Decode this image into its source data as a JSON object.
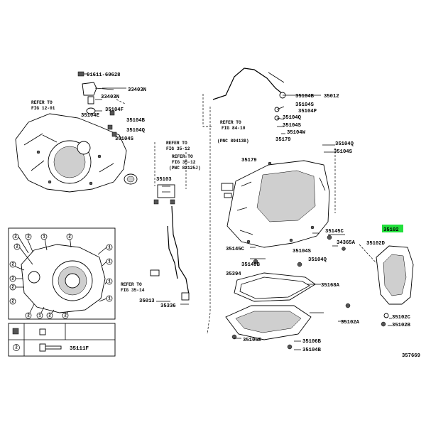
{
  "diagram_id": "357669",
  "highlight_color": "#22e03c",
  "labels": {
    "l91611": "91611-60628",
    "l33403n_top": "33403N",
    "l33403n_mid": "33403N",
    "l35104e": "35104E",
    "l35104f_l": "35104F",
    "l35104b_l": "35104B",
    "l35104q_l": "35104Q",
    "l35104s_l": "35104S",
    "l35104b_r": "35104B",
    "l35012": "35012",
    "l35104s_1": "35104S",
    "l35104p": "35104P",
    "l35104q_1": "35104Q",
    "l35104s_2": "35104S",
    "l35104w": "35104W",
    "l35179a": "35179",
    "l35104q_2": "35104Q",
    "l35104s_3": "35104S",
    "l35179b": "35179",
    "l35103": "35103",
    "l35145c_r": "35145C",
    "l35102_hl": "35102",
    "l34365a": "34365A",
    "l35102d": "35102D",
    "l35145c_l": "35145C",
    "l35104s_4": "35104S",
    "l35104q_3": "35104Q",
    "l35149b": "35149B",
    "l35394": "35394",
    "l35168a": "35168A",
    "l35013": "35013",
    "l35336": "35336",
    "l35102a": "35102A",
    "l35102c": "35102C",
    "l35102b": "35102B",
    "l35106e": "35106E",
    "l35106b": "35106B",
    "l35104b_b": "35104B",
    "l35111f": "35111F"
  },
  "refs": {
    "r1_a": "REFER TO",
    "r1_b": "FIG 12-01",
    "r2_a": "REFER TO",
    "r2_b": "FIG 84-10",
    "r2_c": "(PNC 89413B)",
    "r3_a": "REFER TO",
    "r3_b": "FIG 35-12",
    "r4_a": "REFER TO",
    "r4_b": "FIG 35-12",
    "r4_c": "(PNC 82125J)",
    "r5_a": "REFER TO",
    "r5_b": "FIG 35-14"
  },
  "callouts": {
    "one": "1",
    "two": "2"
  }
}
